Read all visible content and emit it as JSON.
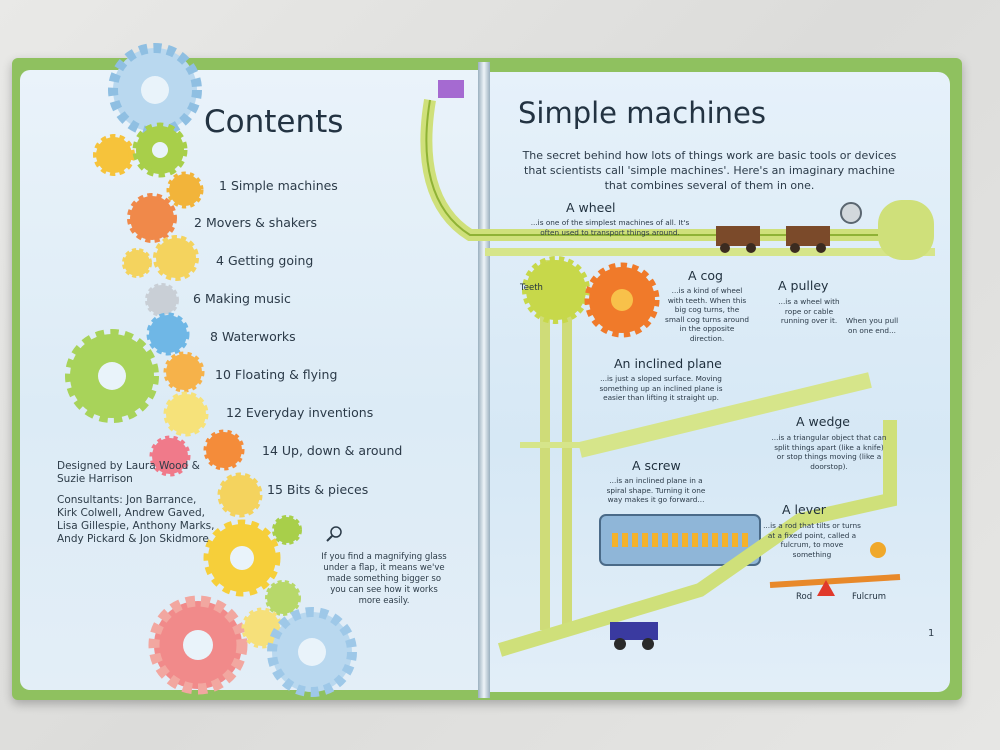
{
  "left_page": {
    "title": "Contents",
    "toc": [
      {
        "page": "1",
        "label": "Simple machines"
      },
      {
        "page": "2",
        "label": "Movers & shakers"
      },
      {
        "page": "4",
        "label": "Getting going"
      },
      {
        "page": "6",
        "label": "Making music"
      },
      {
        "page": "8",
        "label": "Waterworks"
      },
      {
        "page": "10",
        "label": "Floating & flying"
      },
      {
        "page": "12",
        "label": "Everyday inventions"
      },
      {
        "page": "14",
        "label": "Up, down & around"
      },
      {
        "page": "15",
        "label": "Bits & pieces"
      }
    ],
    "designed_by": "Designed by Laura Wood & Suzie Harrison",
    "consultants": "Consultants: Jon Barrance, Kirk Colwell, Andrew Gaved, Lisa Gillespie, Anthony Marks, Andy Pickard & Jon Skidmore",
    "magnifier_note": "If you find a magnifying glass under a flap, it means we've made something bigger so you can see how it works more easily."
  },
  "right_page": {
    "title": "Simple machines",
    "intro": "The secret behind how lots of things work are basic tools or devices that scientists call 'simple machines'. Here's an imaginary machine that combines several of them in one.",
    "machines": {
      "wheel": {
        "name": "A wheel",
        "desc": "...is one of the simplest machines of all. It's often used to transport things around."
      },
      "cog": {
        "name": "A cog",
        "desc": "...is a kind of wheel with teeth. When this big cog turns, the small cog turns around in the opposite direction."
      },
      "pulley": {
        "name": "A pulley",
        "desc": "...is a wheel with rope or cable running over it."
      },
      "inclined_plane": {
        "name": "An inclined plane",
        "desc": "...is just a sloped surface. Moving something up an inclined plane is easier than lifting it straight up."
      },
      "wedge": {
        "name": "A wedge",
        "desc": "...is a triangular object that can split things apart (like a knife) or stop things moving (like a doorstop)."
      },
      "screw": {
        "name": "A screw",
        "desc": "...is an inclined plane in a spiral shape. Turning it one way makes it go forward..."
      },
      "lever": {
        "name": "A lever",
        "desc": "...is a rod that tilts or turns at a fixed point, called a fulcrum, to move something"
      }
    },
    "labels": {
      "teeth": "Teeth",
      "pull_note": "When you pull on one end...",
      "rod": "Rod",
      "fulcrum": "Fulcrum"
    },
    "page_number": "1"
  }
}
